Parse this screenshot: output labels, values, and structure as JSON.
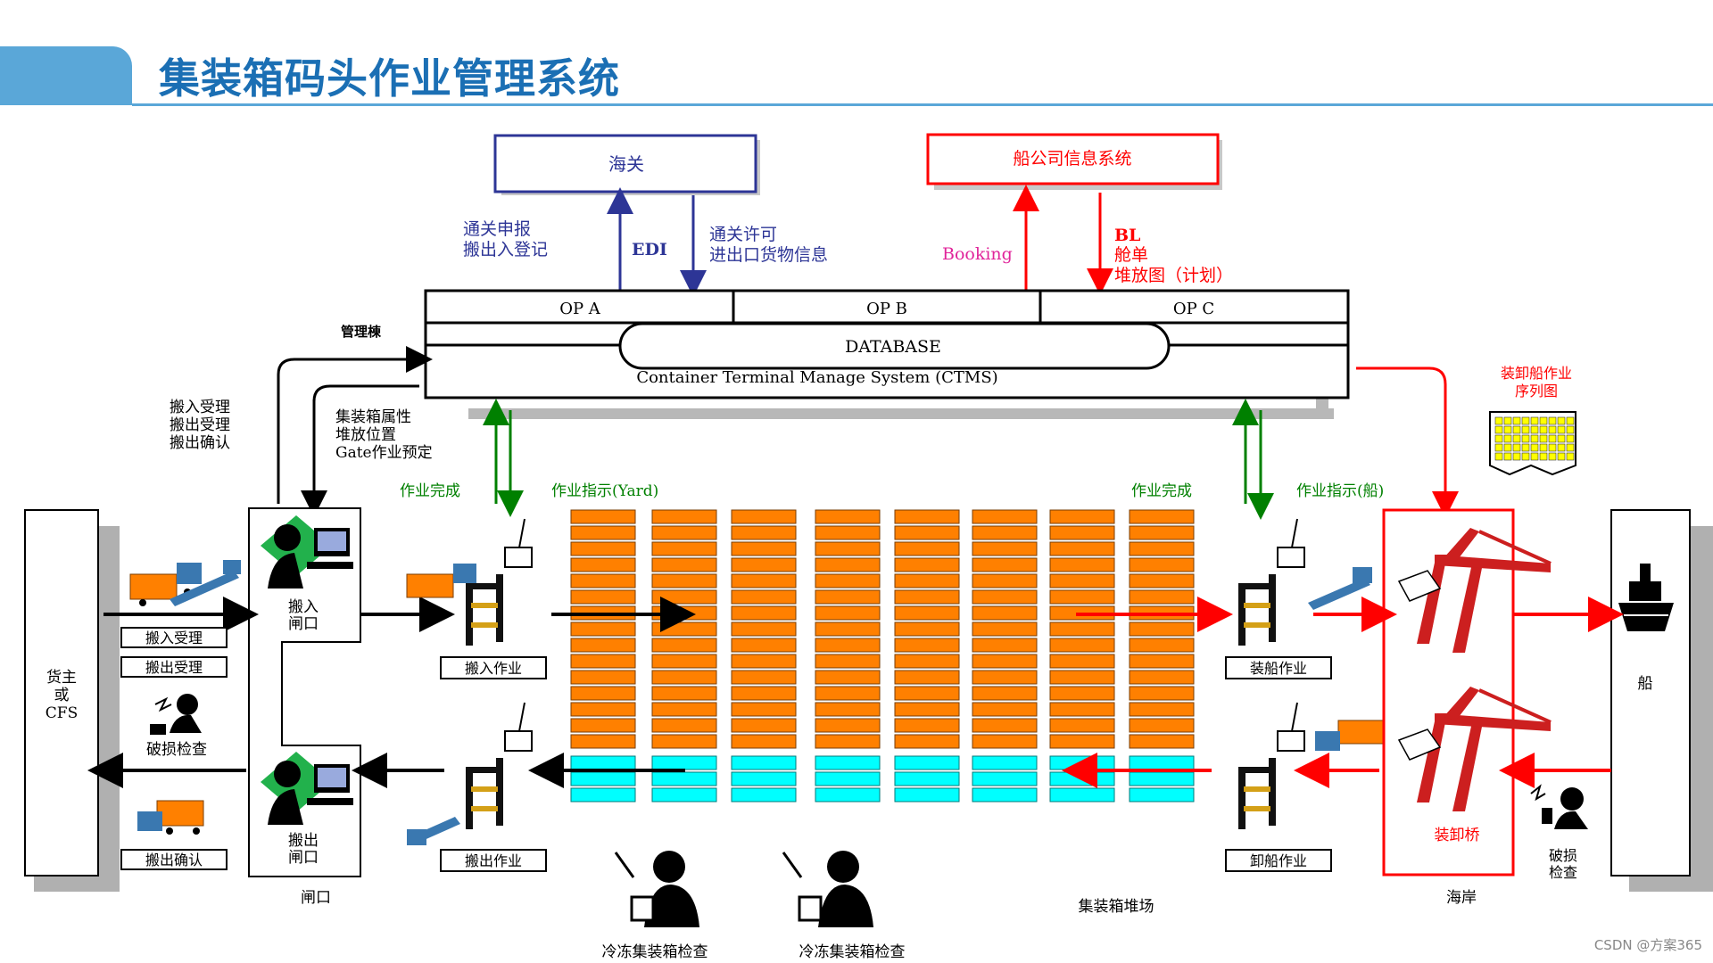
{
  "title": "集装箱码头作业管理系统",
  "watermark": "CSDN @方案365",
  "external": {
    "customs": "海关",
    "shipping_info": "船公司信息系统"
  },
  "customs_links": {
    "left_line1": "通关申报",
    "left_line2": "搬出入登记",
    "edi": "EDI",
    "right_line1": "通关许可",
    "right_line2": "进出口货物信息"
  },
  "shipping_links": {
    "booking": "Booking",
    "bl": "BL",
    "cabin_list": "舱单",
    "stowage_plan": "堆放图（计划）"
  },
  "ctms": {
    "op_a": "OP A",
    "op_b": "OP B",
    "op_c": "OP C",
    "database": "DATABASE",
    "system_name": "Container Terminal Manage System (CTMS)"
  },
  "management": "管理棟",
  "gate_info": {
    "in_accept": "搬入受理",
    "out_accept": "搬出受理",
    "out_confirm": "搬出确认",
    "attr1": "集装箱属性",
    "attr2": "堆放位置",
    "attr3": "Gate作业预定"
  },
  "flow_labels": {
    "work_done_left": "作业完成",
    "work_instr_yard": "作业指示(Yard)",
    "work_done_right": "作业完成",
    "work_instr_ship": "作业指示(船)",
    "ship_seq_line1": "装卸船作业",
    "ship_seq_line2": "序列图"
  },
  "shipper": {
    "line1": "货主",
    "line2": "或",
    "line3": "CFS"
  },
  "gate_boxes": {
    "in_accept_box": "搬入受理",
    "out_accept_box": "搬出受理",
    "damage_check": "破损检查",
    "out_confirm_box": "搬出确认",
    "in_gate_1": "搬入",
    "in_gate_2": "闸口",
    "out_gate_1": "搬出",
    "out_gate_2": "闸口",
    "gate_label": "闸口"
  },
  "operations": {
    "in_work": "搬入作业",
    "out_work": "搬出作业",
    "load_work": "装船作业",
    "unload_work": "卸船作业"
  },
  "yard": {
    "label": "集装箱堆场",
    "reefer_check_1": "冷冻集装箱检查",
    "reefer_check_2": "冷冻集装箱检查"
  },
  "shore": {
    "crane": "装卸桥",
    "label": "海岸",
    "damage_check_1": "破损",
    "damage_check_2": "检查",
    "ship": "船"
  },
  "colors": {
    "blue_ext": "#2d3596",
    "red": "#ff0000",
    "green": "#008000",
    "orange": "#ff8000",
    "cyan": "#00ffff",
    "navy_text": "#2d3596",
    "magenta": "#e0249a"
  }
}
